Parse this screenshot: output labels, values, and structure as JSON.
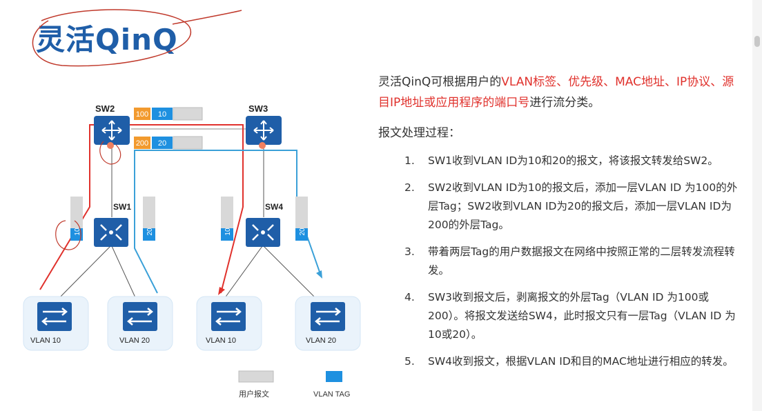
{
  "title": "灵活QinQ",
  "diagram": {
    "switches": {
      "sw2": "SW2",
      "sw3": "SW3",
      "sw1": "SW1",
      "sw4": "SW4"
    },
    "outer_tags": {
      "tag100": "100",
      "tag10": "10",
      "tag200": "200",
      "tag20": "20"
    },
    "access_tags": {
      "sw1_left": "10",
      "sw1_right": "20",
      "sw4_left": "10",
      "sw4_right": "20"
    },
    "hosts": [
      "VLAN 10",
      "VLAN 20",
      "VLAN 10",
      "VLAN 20"
    ],
    "legend": {
      "user_packet": "用户报文",
      "vlan_tag": "VLAN TAG"
    },
    "colors": {
      "blue": "#1f5ea8",
      "tag_blue": "#1e90e0",
      "orange": "#f29a2e",
      "gray": "#d8d8d8",
      "red": "#e0312c",
      "light_blue": "#3aa0d8"
    }
  },
  "intro": {
    "part1": "灵活QinQ可根据用户的",
    "highlight": "VLAN标签、优先级、MAC地址、IP协议、源目IP地址或应用程序的端口号",
    "part2": "进行流分类。"
  },
  "process_label": "报文处理过程：",
  "steps": [
    {
      "num": "1.",
      "text": "SW1收到VLAN ID为10和20的报文，将该报文转发给SW2。"
    },
    {
      "num": "2.",
      "text": "SW2收到VLAN ID为10的报文后，添加一层VLAN ID 为100的外层Tag；SW2收到VLAN ID为20的报文后，添加一层VLAN ID为200的外层Tag。"
    },
    {
      "num": "3.",
      "text": "带着两层Tag的用户数据报文在网络中按照正常的二层转发流程转发。"
    },
    {
      "num": "4.",
      "text": "SW3收到报文后，剥离报文的外层Tag（VLAN ID 为100或200）。将报文发送给SW4，此时报文只有一层Tag（VLAN ID 为10或20）。"
    },
    {
      "num": "5.",
      "text": "SW4收到报文，根据VLAN ID和目的MAC地址进行相应的转发。"
    }
  ]
}
